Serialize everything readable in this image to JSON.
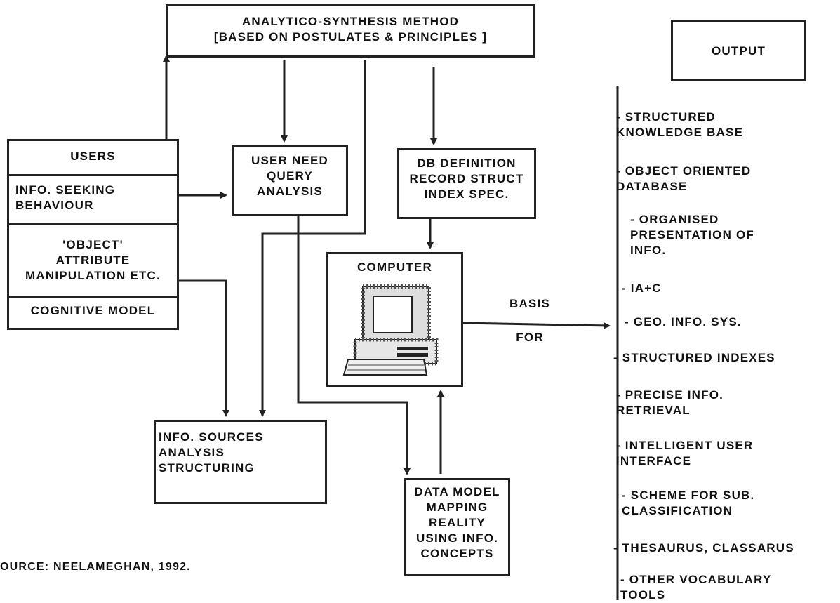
{
  "method_box": {
    "text": "ANALYTICO-SYNTHESIS METHOD\n[BASED ON POSTULATES & PRINCIPLES ]"
  },
  "output_box": {
    "text": "OUTPUT"
  },
  "users_box": {
    "users": "USERS",
    "seeking": "INFO. SEEKING\nBEHAVIOUR",
    "object": "'OBJECT'\nATTRIBUTE\nMANIPULATION ETC.",
    "cognitive": "COGNITIVE MODEL"
  },
  "user_need_box": {
    "text": "USER NEED\nQUERY\nANALYSIS"
  },
  "db_box": {
    "text": "DB DEFINITION\nRECORD STRUCT\nINDEX SPEC."
  },
  "computer_box": {
    "text": "COMPUTER"
  },
  "sources_box": {
    "text": "INFO. SOURCES\nANALYSIS\nSTRUCTURING"
  },
  "data_model_box": {
    "text": "DATA MODEL\nMAPPING\nREALITY\nUSING INFO.\nCONCEPTS"
  },
  "arrow_label": {
    "basis": "BASIS",
    "for": "FOR"
  },
  "outputs": [
    "- STRUCTURED\nKNOWLEDGE BASE",
    "- OBJECT ORIENTED\nDATABASE",
    "- ORGANISED\nPRESENTATION OF\nINFO.",
    "- IA+C",
    "- GEO. INFO. SYS.",
    "- STRUCTURED INDEXES",
    "- PRECISE INFO.\nRETRIEVAL",
    "- INTELLIGENT USER\nINTERFACE",
    "- SCHEME FOR SUB.\nCLASSIFICATION",
    "- THESAURUS, CLASSARUS",
    "- OTHER VOCABULARY\nTOOLS"
  ],
  "source_note": "OURCE: NEELAMEGHAN, 1992."
}
